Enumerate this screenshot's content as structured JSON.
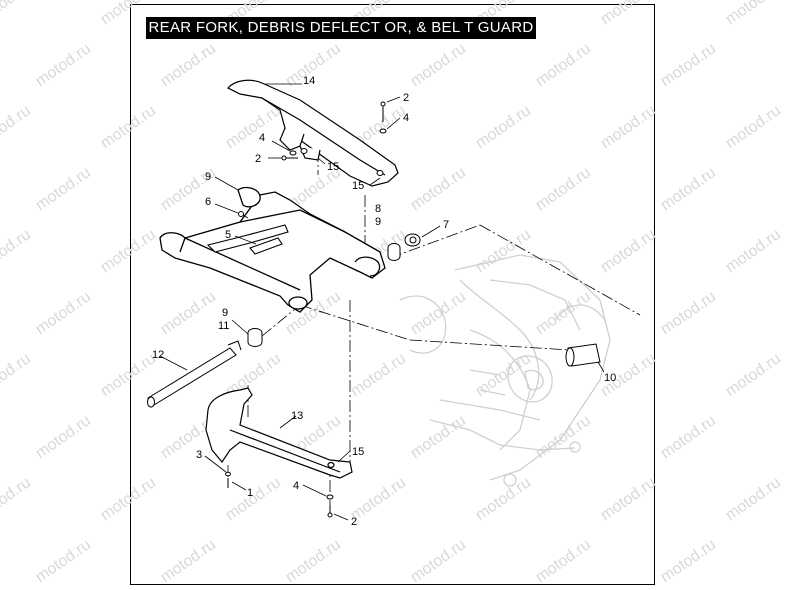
{
  "title": "REAR  FORK,  DEBRIS  DEFLECT OR, & BEL T GUARD",
  "watermark": "motod.ru",
  "callouts": [
    {
      "id": "14",
      "text": "14"
    },
    {
      "id": "2a",
      "text": "2"
    },
    {
      "id": "4a",
      "text": "4"
    },
    {
      "id": "4b",
      "text": "4"
    },
    {
      "id": "2b",
      "text": "2"
    },
    {
      "id": "15a",
      "text": "15"
    },
    {
      "id": "15b",
      "text": "15"
    },
    {
      "id": "9a",
      "text": "9"
    },
    {
      "id": "6",
      "text": "6"
    },
    {
      "id": "8",
      "text": "8"
    },
    {
      "id": "9b",
      "text": "9"
    },
    {
      "id": "7",
      "text": "7"
    },
    {
      "id": "5",
      "text": "5"
    },
    {
      "id": "9c",
      "text": "9"
    },
    {
      "id": "11",
      "text": "11"
    },
    {
      "id": "12",
      "text": "12"
    },
    {
      "id": "10",
      "text": "10"
    },
    {
      "id": "13",
      "text": "13"
    },
    {
      "id": "3",
      "text": "3"
    },
    {
      "id": "15c",
      "text": "15"
    },
    {
      "id": "1",
      "text": "1"
    },
    {
      "id": "4c",
      "text": "4"
    },
    {
      "id": "2c",
      "text": "2"
    }
  ],
  "colors": {
    "line": "#000000",
    "frame_ghost": "#cfcfcf",
    "watermark": "#d9d9d9"
  }
}
